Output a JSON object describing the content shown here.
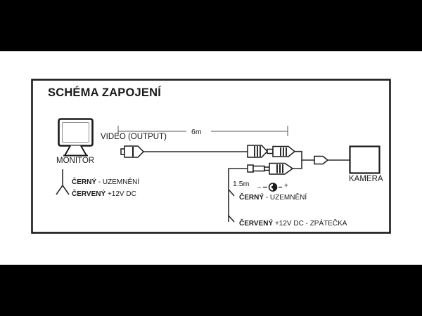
{
  "image": {
    "letterbox_color": "#000000",
    "page_background": "#ffffff",
    "ink_color": "#1a1a1a"
  },
  "frame": {
    "border_color": "#1a1a1a"
  },
  "diagram": {
    "title": "SCHÉMA ZAPOJENÍ",
    "monitor": {
      "label": "MONITOR",
      "icon": "monitor-icon"
    },
    "camera": {
      "label": "KAMERA",
      "icon": "camera-box-icon"
    },
    "video_output": {
      "label": "VIDEO (OUTPUT)",
      "connector_icon": "rca-plug-icon"
    },
    "dimensions": {
      "video_cable_length": "6m",
      "power_cable_length": "1.5m"
    },
    "polarity": {
      "negative_sign": "–",
      "positive_sign": "+",
      "symbol_icon": "center-positive-polarity-icon"
    },
    "monitor_legend": [
      {
        "wire_bold": "ČERNÝ",
        "wire_rest": " - UZEMNĚNÍ"
      },
      {
        "wire_bold": "ČERVENÝ",
        "wire_rest": " +12V DC"
      }
    ],
    "camera_legend": [
      {
        "wire_bold": "ČERNÝ",
        "wire_rest": " - UZEMNĚNÍ"
      },
      {
        "wire_bold": "ČERVENÝ",
        "wire_rest": " +12V DC - ZPÁTEČKA"
      }
    ]
  }
}
